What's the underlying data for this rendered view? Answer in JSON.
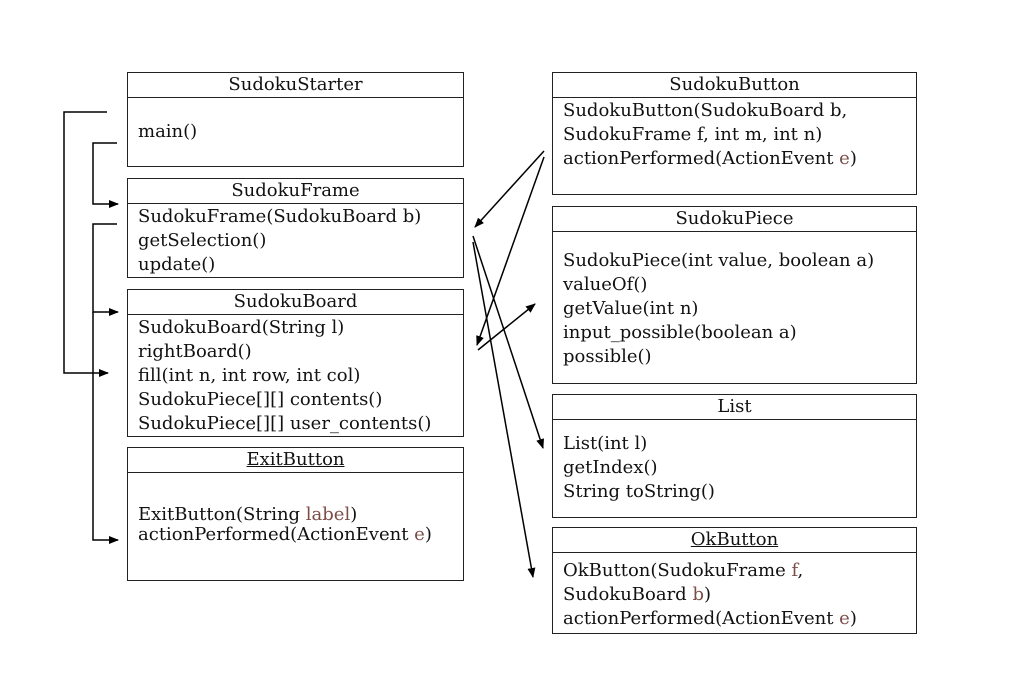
{
  "classes": {
    "sudoku_starter": {
      "title": "SudokuStarter",
      "methods": [
        "main()"
      ]
    },
    "sudoku_frame": {
      "title": "SudokuFrame",
      "methods": [
        "SudokuFrame(SudokuBoard b)",
        "getSelection()",
        "update()"
      ]
    },
    "sudoku_board": {
      "title": "SudokuBoard",
      "methods": [
        "SudokuBoard(String l)",
        "rightBoard()",
        "fill(int n, int row, int col)",
        "SudokuPiece[][] contents()",
        "SudokuPiece[][] user_contents()"
      ]
    },
    "exit_button": {
      "title": "ExitButton",
      "m1_pre": "ExitButton(String ",
      "m1_param": "label",
      "m1_post": ")",
      "m2_pre": "actionPerformed(ActionEvent ",
      "m2_param": "e",
      "m2_post": ")"
    },
    "sudoku_button": {
      "title": "SudokuButton",
      "m1": "SudokuButton(SudokuBoard b,",
      "m2": "SudokuFrame f, int m, int n)",
      "m3_pre": "actionPerformed(ActionEvent ",
      "m3_param": "e",
      "m3_post": ")"
    },
    "sudoku_piece": {
      "title": "SudokuPiece",
      "methods": [
        "SudokuPiece(int value, boolean a)",
        "valueOf()",
        "getValue(int n)",
        "input_possible(boolean a)",
        "possible()"
      ]
    },
    "list": {
      "title": "List",
      "methods": [
        "List(int l)",
        "getIndex()",
        "String toString()"
      ]
    },
    "ok_button": {
      "title": "OkButton",
      "m1_pre": "OkButton(SudokuFrame ",
      "m1_param": "f",
      "m1_post": ",",
      "m2_pre": "SudokuBoard ",
      "m2_param": "b",
      "m2_post": ")",
      "m3_pre": "actionPerformed(ActionEvent ",
      "m3_param": "e",
      "m3_post": ")"
    }
  },
  "colors": {
    "line": "#000000",
    "param": "#7b4d47"
  }
}
